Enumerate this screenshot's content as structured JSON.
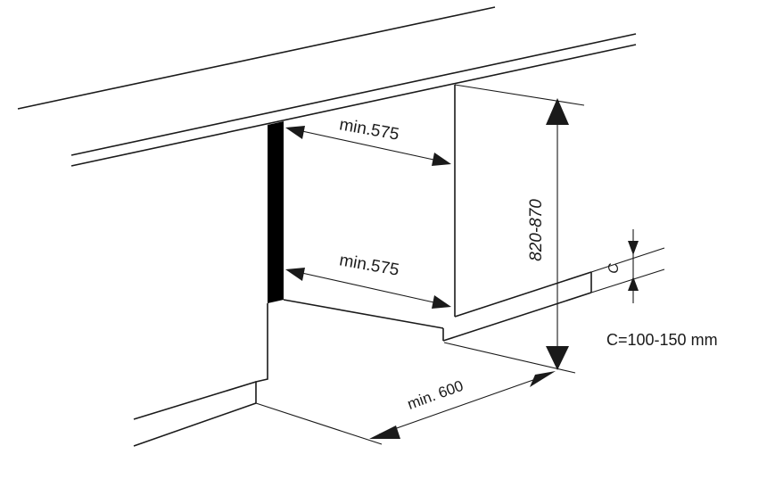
{
  "dimensions": {
    "width_top": "min.575",
    "width_bottom": "min.575",
    "height": "820-870",
    "depth": "min. 600",
    "plinth": "C",
    "plinth_note": "C=100-150 mm"
  },
  "colors": {
    "line": "#1a1a1a",
    "side_panel": "#000000",
    "background": "#ffffff"
  }
}
